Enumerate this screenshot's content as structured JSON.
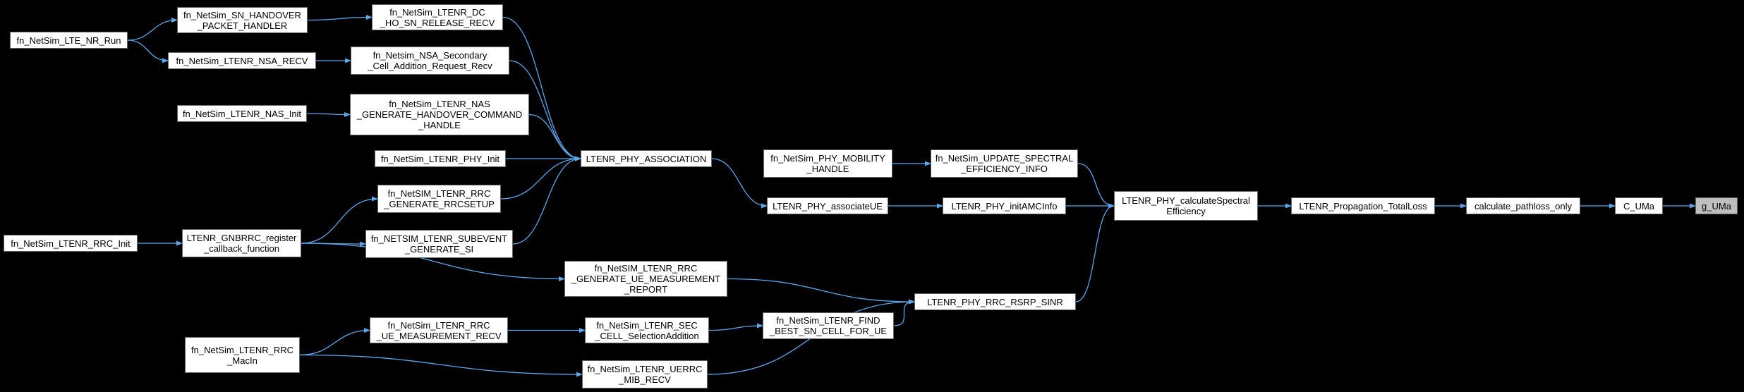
{
  "nodes": [
    {
      "id": "lte_nr_run",
      "label": "fn_NetSim_LTE_NR_Run"
    },
    {
      "id": "sn_handover",
      "label": "fn_NetSim_SN_HANDOVER\n_PACKET_HANDLER"
    },
    {
      "id": "nsa_recv",
      "label": "fn_NetSim_LTENR_NSA_RECV"
    },
    {
      "id": "nas_init",
      "label": "fn_NetSim_LTENR_NAS_Init"
    },
    {
      "id": "dc_ho_sn",
      "label": "fn_NetSim_LTENR_DC\n_HO_SN_RELEASE_RECV"
    },
    {
      "id": "nsa_secondary",
      "label": "fn_Netsim_NSA_Secondary\n_Cell_Addition_Request_Recv"
    },
    {
      "id": "nas_generate",
      "label": "fn_NetSim_LTENR_NAS\n_GENERATE_HANDOVER_COMMAND\n_HANDLE"
    },
    {
      "id": "phy_init",
      "label": "fn_NetSim_LTENR_PHY_Init"
    },
    {
      "id": "rrc_setup",
      "label": "fn_NetSIM_LTENR_RRC\n_GENERATE_RRCSETUP"
    },
    {
      "id": "rrc_init",
      "label": "fn_NetSim_LTENR_RRC_Init"
    },
    {
      "id": "gnbrrc_register",
      "label": "LTENR_GNBRRC_register\n_callback_function"
    },
    {
      "id": "subevent_si",
      "label": "fn_NETSIM_LTENR_SUBEVENT\n_GENERATE_SI"
    },
    {
      "id": "rrc_generate_ue_mr",
      "label": "fn_NetSIM_LTENR_RRC\n_GENERATE_UE_MEASUREMENT\n_REPORT"
    },
    {
      "id": "phy_association",
      "label": "LTENR_PHY_ASSOCIATION"
    },
    {
      "id": "phy_mobility",
      "label": "fn_NetSim_PHY_MOBILITY\n_HANDLE"
    },
    {
      "id": "phy_associate_ue",
      "label": "LTENR_PHY_associateUE"
    },
    {
      "id": "update_spectral",
      "label": "fn_NetSim_UPDATE_SPECTRAL\n_EFFICIENCY_INFO"
    },
    {
      "id": "phy_init_amc",
      "label": "LTENR_PHY_initAMCInfo"
    },
    {
      "id": "phy_calc_spectral",
      "label": "LTENR_PHY_calculateSpectral\nEfficiency"
    },
    {
      "id": "propagation_total",
      "label": "LTENR_Propagation_TotalLoss"
    },
    {
      "id": "calc_pathloss",
      "label": "calculate_pathloss_only"
    },
    {
      "id": "c_uma",
      "label": "C_UMa"
    },
    {
      "id": "g_uma",
      "label": "g_UMa"
    },
    {
      "id": "rrc_macin",
      "label": "fn_NetSim_LTENR_RRC\n_MacIn"
    },
    {
      "id": "rrc_ue_mr_recv",
      "label": "fn_NetSim_LTENR_RRC\n_UE_MEASUREMENT_RECV"
    },
    {
      "id": "sec_cell_sel",
      "label": "fn_NetSim_LTENR_SEC\n_CELL_SelectionAddition"
    },
    {
      "id": "find_best_sn",
      "label": "fn_NetSim_LTENR_FIND\n_BEST_SN_CELL_FOR_UE"
    },
    {
      "id": "uerrc_mib",
      "label": "fn_NetSim_LTENR_UERRC\n_MIB_RECV"
    },
    {
      "id": "phy_rrc_rsrp",
      "label": "LTENR_PHY_RRC_RSRP_SINR"
    }
  ],
  "edges": [
    {
      "from": "lte_nr_run",
      "to": "sn_handover"
    },
    {
      "from": "lte_nr_run",
      "to": "nsa_recv"
    },
    {
      "from": "sn_handover",
      "to": "dc_ho_sn"
    },
    {
      "from": "nsa_recv",
      "to": "nsa_secondary"
    },
    {
      "from": "nas_init",
      "to": "nas_generate"
    },
    {
      "from": "dc_ho_sn",
      "to": "phy_association"
    },
    {
      "from": "nsa_secondary",
      "to": "phy_association"
    },
    {
      "from": "nas_generate",
      "to": "phy_association"
    },
    {
      "from": "phy_init",
      "to": "phy_association"
    },
    {
      "from": "rrc_setup",
      "to": "phy_association"
    },
    {
      "from": "subevent_si",
      "to": "phy_association"
    },
    {
      "from": "rrc_init",
      "to": "gnbrrc_register"
    },
    {
      "from": "gnbrrc_register",
      "to": "rrc_setup"
    },
    {
      "from": "gnbrrc_register",
      "to": "subevent_si"
    },
    {
      "from": "gnbrrc_register",
      "to": "rrc_generate_ue_mr"
    },
    {
      "from": "phy_association",
      "to": "phy_associate_ue"
    },
    {
      "from": "phy_associate_ue",
      "to": "phy_init_amc"
    },
    {
      "from": "phy_mobility",
      "to": "update_spectral"
    },
    {
      "from": "update_spectral",
      "to": "phy_calc_spectral"
    },
    {
      "from": "phy_init_amc",
      "to": "phy_calc_spectral"
    },
    {
      "from": "phy_rrc_rsrp",
      "to": "phy_calc_spectral"
    },
    {
      "from": "phy_calc_spectral",
      "to": "propagation_total"
    },
    {
      "from": "propagation_total",
      "to": "calc_pathloss"
    },
    {
      "from": "calc_pathloss",
      "to": "c_uma"
    },
    {
      "from": "c_uma",
      "to": "g_uma"
    },
    {
      "from": "rrc_generate_ue_mr",
      "to": "phy_rrc_rsrp"
    },
    {
      "from": "rrc_macin",
      "to": "rrc_ue_mr_recv"
    },
    {
      "from": "rrc_macin",
      "to": "uerrc_mib"
    },
    {
      "from": "rrc_ue_mr_recv",
      "to": "sec_cell_sel"
    },
    {
      "from": "sec_cell_sel",
      "to": "find_best_sn"
    },
    {
      "from": "find_best_sn",
      "to": "phy_rrc_rsrp"
    },
    {
      "from": "uerrc_mib",
      "to": "phy_rrc_rsrp"
    }
  ],
  "colors": {
    "edge": "#5aa8ec",
    "node_border": "#666666",
    "node_fill": "#ffffff",
    "root_fill": "#bfbfbf",
    "background": "#000000"
  },
  "root_node": "g_uma"
}
